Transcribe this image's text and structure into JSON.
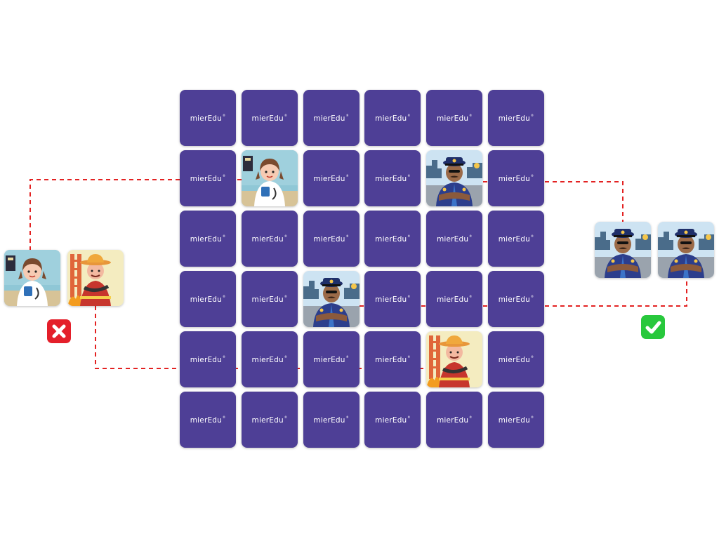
{
  "brand": {
    "logo_text": "mierEdu"
  },
  "board": {
    "rows": 6,
    "cols": 6,
    "revealed": [
      {
        "row": 1,
        "col": 1,
        "card": "doctor"
      },
      {
        "row": 1,
        "col": 4,
        "card": "police"
      },
      {
        "row": 3,
        "col": 2,
        "card": "police"
      },
      {
        "row": 4,
        "col": 4,
        "card": "firefighter"
      }
    ]
  },
  "pairs": {
    "mismatch": {
      "cards": [
        "doctor",
        "firefighter"
      ],
      "result": "x-icon"
    },
    "match": {
      "cards": [
        "police",
        "police"
      ],
      "result": "check-icon"
    }
  },
  "colors": {
    "card_back": "#4e3f96",
    "connector": "#e32222",
    "wrong": "#e41f2a",
    "right": "#28c83c"
  }
}
